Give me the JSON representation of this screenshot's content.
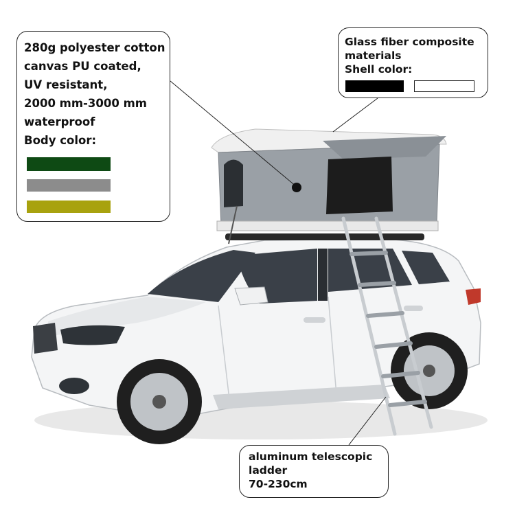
{
  "callouts": {
    "canvas": {
      "lines": [
        "280g polyester cotton",
        "canvas PU coated,",
        "UV resistant,",
        "2000 mm-3000 mm",
        "waterproof",
        "Body color:"
      ],
      "swatches": [
        "#0e4a14",
        "#8c8c8c",
        "#a8a20e"
      ]
    },
    "shell": {
      "lines": [
        "Glass fiber composite",
        "materials",
        "Shell color:"
      ],
      "swatches": [
        "#000000",
        "#ffffff"
      ]
    },
    "ladder": {
      "lines": [
        "aluminum telescopic",
        "ladder",
        "70-230cm"
      ]
    }
  },
  "colors": {
    "car_body": "#f4f5f6",
    "tent_fabric": "#9aa0a6",
    "tent_shell": "#f0f0f0",
    "window_glass": "#3a4048",
    "tire": "#1f1f1f",
    "ladder": "#c8ccd0"
  }
}
